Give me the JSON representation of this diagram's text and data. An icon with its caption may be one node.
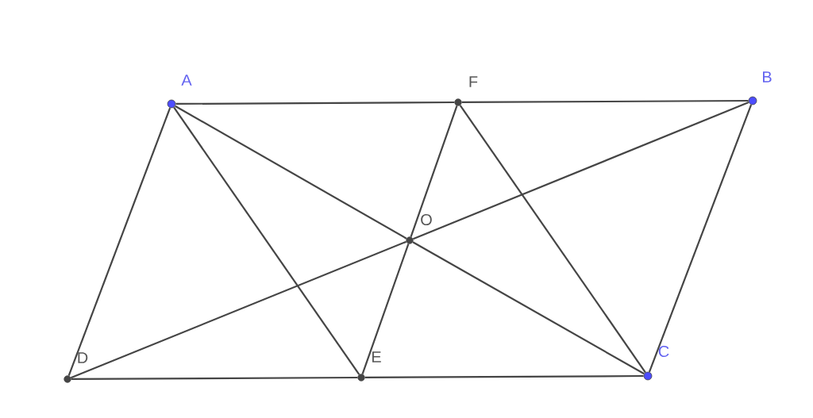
{
  "diagram": {
    "nodes": [
      {
        "text": [],
        "shape": "circle",
        "beside": [
          "A"
        ]
      },
      {
        "text": [],
        "shape": "circle",
        "beside": [
          "F"
        ]
      },
      {
        "text": [],
        "shape": "circle",
        "beside": [
          "B"
        ]
      },
      {
        "text": [],
        "shape": "circle",
        "beside": [
          "O"
        ]
      },
      {
        "text": [],
        "shape": "circle",
        "beside": [
          "D"
        ]
      },
      {
        "text": [],
        "shape": "circle",
        "beside": [
          "E"
        ]
      },
      {
        "text": [],
        "shape": "circle",
        "beside": [
          "C"
        ]
      }
    ],
    "edges": [
      {
        "from": 0,
        "to": 1,
        "arrow": "none"
      },
      {
        "from": 1,
        "to": 2,
        "arrow": "none"
      },
      {
        "from": 0,
        "to": 4,
        "arrow": "none"
      },
      {
        "from": 0,
        "to": 5,
        "arrow": "none"
      },
      {
        "from": 0,
        "to": 3,
        "arrow": "none"
      },
      {
        "from": 3,
        "to": 6,
        "arrow": "none"
      },
      {
        "from": 2,
        "to": 3,
        "arrow": "none"
      },
      {
        "from": 3,
        "to": 4,
        "arrow": "none"
      },
      {
        "from": 1,
        "to": 3,
        "arrow": "none"
      },
      {
        "from": 3,
        "to": 5,
        "arrow": "none"
      },
      {
        "from": 1,
        "to": 6,
        "arrow": "none"
      },
      {
        "from": 2,
        "to": 6,
        "arrow": "none"
      },
      {
        "from": 4,
        "to": 5,
        "arrow": "none"
      },
      {
        "from": 5,
        "to": 6,
        "arrow": "none"
      }
    ]
  }
}
